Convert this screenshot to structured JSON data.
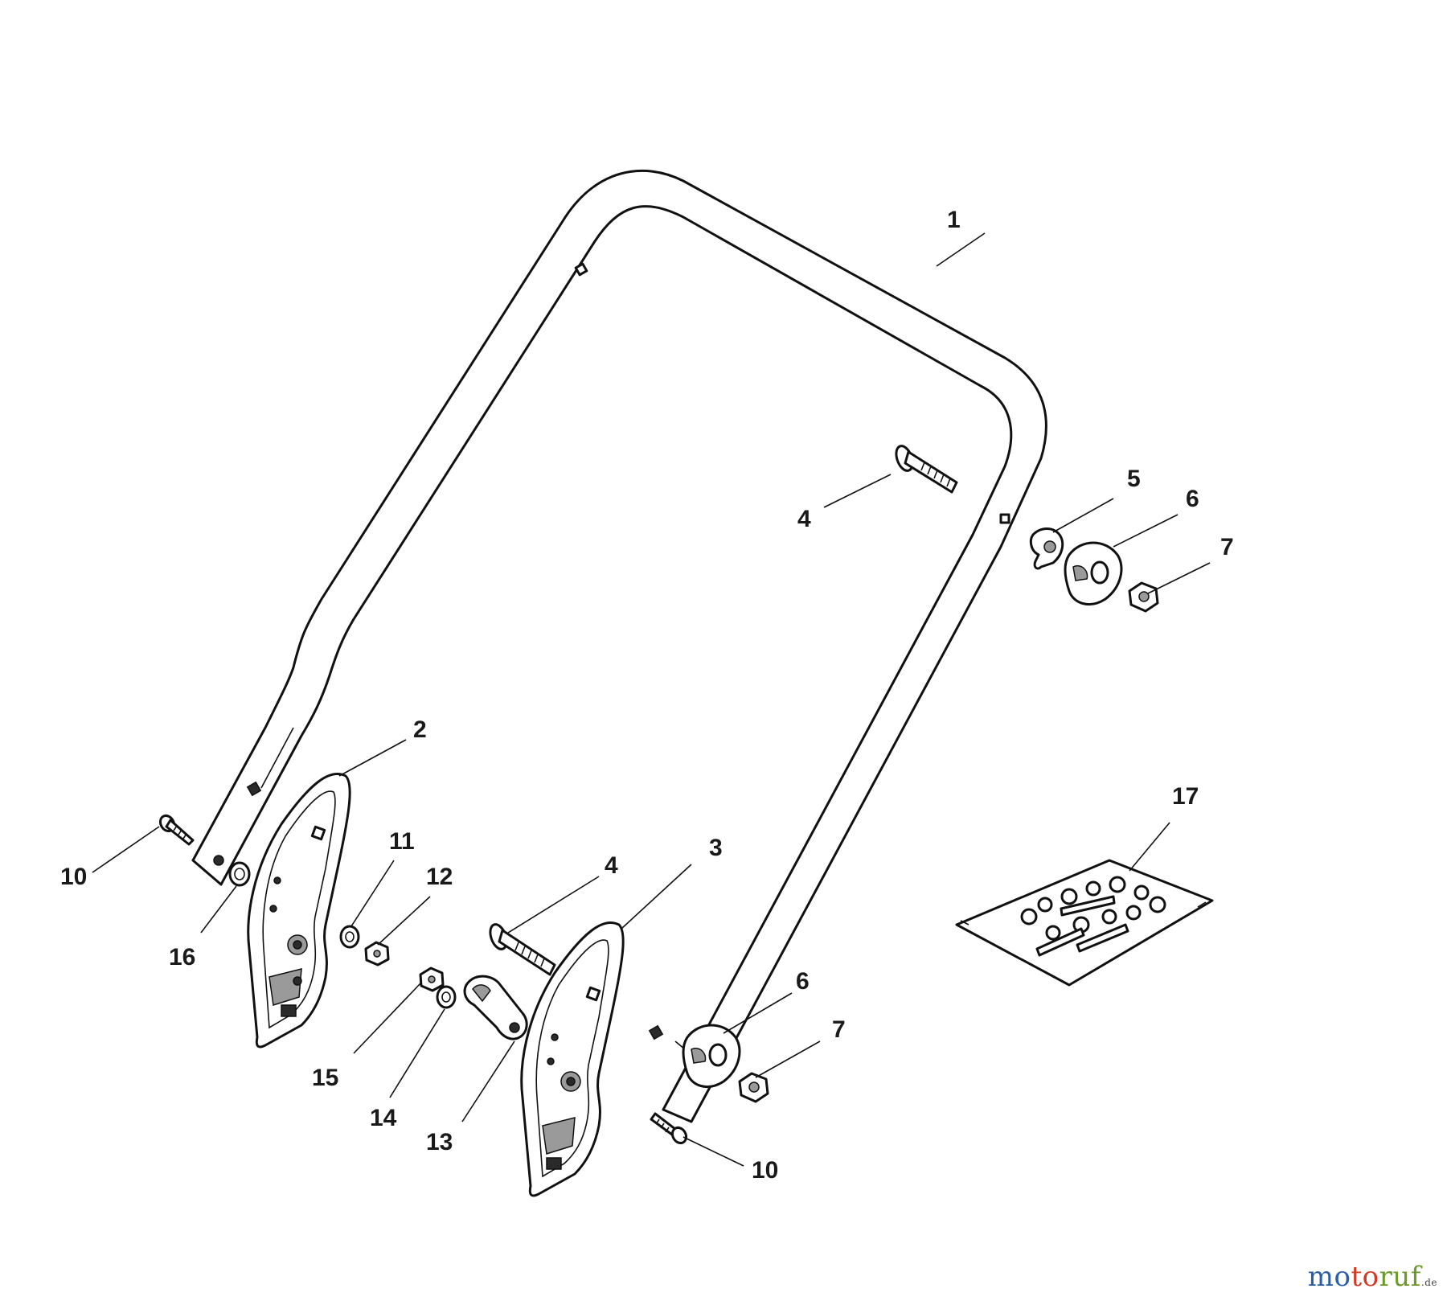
{
  "callouts": [
    {
      "id": "c1",
      "text": "1"
    },
    {
      "id": "c2",
      "text": "2"
    },
    {
      "id": "c3",
      "text": "3"
    },
    {
      "id": "c4a",
      "text": "4"
    },
    {
      "id": "c4b",
      "text": "4"
    },
    {
      "id": "c5",
      "text": "5"
    },
    {
      "id": "c6a",
      "text": "6"
    },
    {
      "id": "c6b",
      "text": "6"
    },
    {
      "id": "c7a",
      "text": "7"
    },
    {
      "id": "c7b",
      "text": "7"
    },
    {
      "id": "c10a",
      "text": "10"
    },
    {
      "id": "c10b",
      "text": "10"
    },
    {
      "id": "c11",
      "text": "11"
    },
    {
      "id": "c12",
      "text": "12"
    },
    {
      "id": "c13",
      "text": "13"
    },
    {
      "id": "c14",
      "text": "14"
    },
    {
      "id": "c15",
      "text": "15"
    },
    {
      "id": "c16",
      "text": "16"
    },
    {
      "id": "c17",
      "text": "17"
    }
  ],
  "watermark": {
    "part1": "mo",
    "part2": "to",
    "part3": "ruf",
    "suffix": ".de"
  }
}
